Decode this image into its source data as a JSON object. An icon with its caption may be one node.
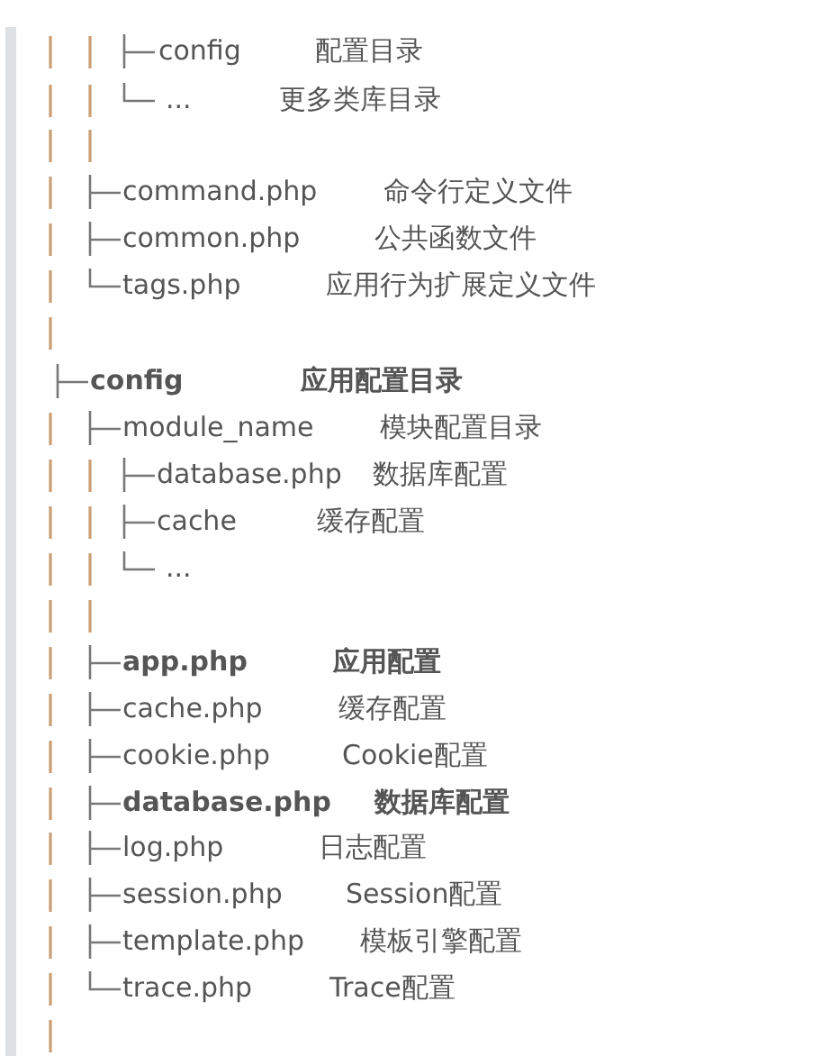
{
  "diagram": {
    "labels": [
      "config",
      "配置目录",
      "...",
      "更多类库目录",
      "command.php",
      "命令行定义文件",
      "common.php",
      "公共函数文件",
      "tags.php",
      "应用行为扩展定义文件",
      "config",
      "应用配置目录",
      "module_name",
      "模块配置目录",
      "database.php",
      "数据库配置",
      "cache",
      "缓存配置",
      "...",
      "app.php",
      "应用配置",
      "cache.php",
      "缓存配置",
      "cookie.php",
      "Cookie配置",
      "database.php",
      "数据库配置",
      "log.php",
      "日志配置",
      "session.php",
      "Session配置",
      "template.php",
      "模板引擎配置",
      "trace.php",
      "Trace配置"
    ]
  }
}
